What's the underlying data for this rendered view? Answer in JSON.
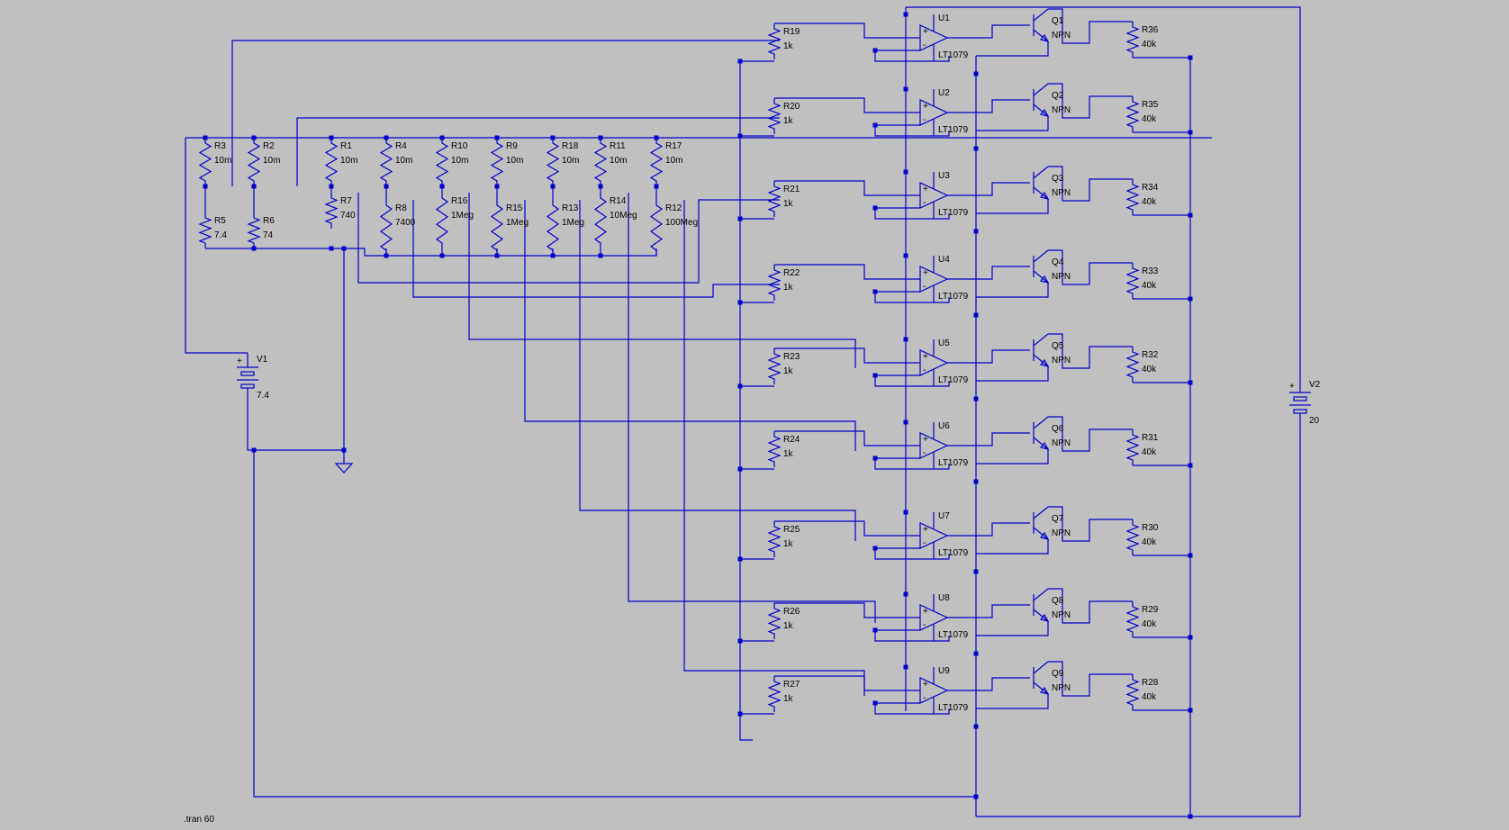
{
  "schematic": {
    "directive": ".tran 60",
    "sources": [
      {
        "name": "V1",
        "value": "7.4"
      },
      {
        "name": "V2",
        "value": "20"
      }
    ],
    "shunt_resistors": [
      {
        "name": "R3",
        "value": "10m"
      },
      {
        "name": "R2",
        "value": "10m"
      },
      {
        "name": "R1",
        "value": "10m"
      },
      {
        "name": "R4",
        "value": "10m"
      },
      {
        "name": "R10",
        "value": "10m"
      },
      {
        "name": "R9",
        "value": "10m"
      },
      {
        "name": "R18",
        "value": "10m"
      },
      {
        "name": "R11",
        "value": "10m"
      },
      {
        "name": "R17",
        "value": "10m"
      }
    ],
    "load_resistors": [
      {
        "name": "R5",
        "value": "7.4"
      },
      {
        "name": "R6",
        "value": "74"
      },
      {
        "name": "R7",
        "value": "740"
      },
      {
        "name": "R8",
        "value": "7400"
      },
      {
        "name": "R16",
        "value": "1Meg"
      },
      {
        "name": "R15",
        "value": "1Meg"
      },
      {
        "name": "R13",
        "value": "1Meg"
      },
      {
        "name": "R14",
        "value": "10Meg"
      },
      {
        "name": "R12",
        "value": "100Meg"
      }
    ],
    "input_resistors": [
      {
        "name": "R19",
        "value": "1k"
      },
      {
        "name": "R20",
        "value": "1k"
      },
      {
        "name": "R21",
        "value": "1k"
      },
      {
        "name": "R22",
        "value": "1k"
      },
      {
        "name": "R23",
        "value": "1k"
      },
      {
        "name": "R24",
        "value": "1k"
      },
      {
        "name": "R25",
        "value": "1k"
      },
      {
        "name": "R26",
        "value": "1k"
      },
      {
        "name": "R27",
        "value": "1k"
      }
    ],
    "opamps": [
      {
        "name": "U1",
        "model": "LT1079"
      },
      {
        "name": "U2",
        "model": "LT1079"
      },
      {
        "name": "U3",
        "model": "LT1079"
      },
      {
        "name": "U4",
        "model": "LT1079"
      },
      {
        "name": "U5",
        "model": "LT1079"
      },
      {
        "name": "U6",
        "model": "LT1079"
      },
      {
        "name": "U7",
        "model": "LT1079"
      },
      {
        "name": "U8",
        "model": "LT1079"
      },
      {
        "name": "U9",
        "model": "LT1079"
      }
    ],
    "transistors": [
      {
        "name": "Q1",
        "type": "NPN"
      },
      {
        "name": "Q2",
        "type": "NPN"
      },
      {
        "name": "Q3",
        "type": "NPN"
      },
      {
        "name": "Q4",
        "type": "NPN"
      },
      {
        "name": "Q5",
        "type": "NPN"
      },
      {
        "name": "Q6",
        "type": "NPN"
      },
      {
        "name": "Q7",
        "type": "NPN"
      },
      {
        "name": "Q8",
        "type": "NPN"
      },
      {
        "name": "Q9",
        "type": "NPN"
      }
    ],
    "collector_resistors": [
      {
        "name": "R36",
        "value": "40k"
      },
      {
        "name": "R35",
        "value": "40k"
      },
      {
        "name": "R34",
        "value": "40k"
      },
      {
        "name": "R33",
        "value": "40k"
      },
      {
        "name": "R32",
        "value": "40k"
      },
      {
        "name": "R31",
        "value": "40k"
      },
      {
        "name": "R30",
        "value": "40k"
      },
      {
        "name": "R29",
        "value": "40k"
      },
      {
        "name": "R28",
        "value": "40k"
      }
    ]
  }
}
